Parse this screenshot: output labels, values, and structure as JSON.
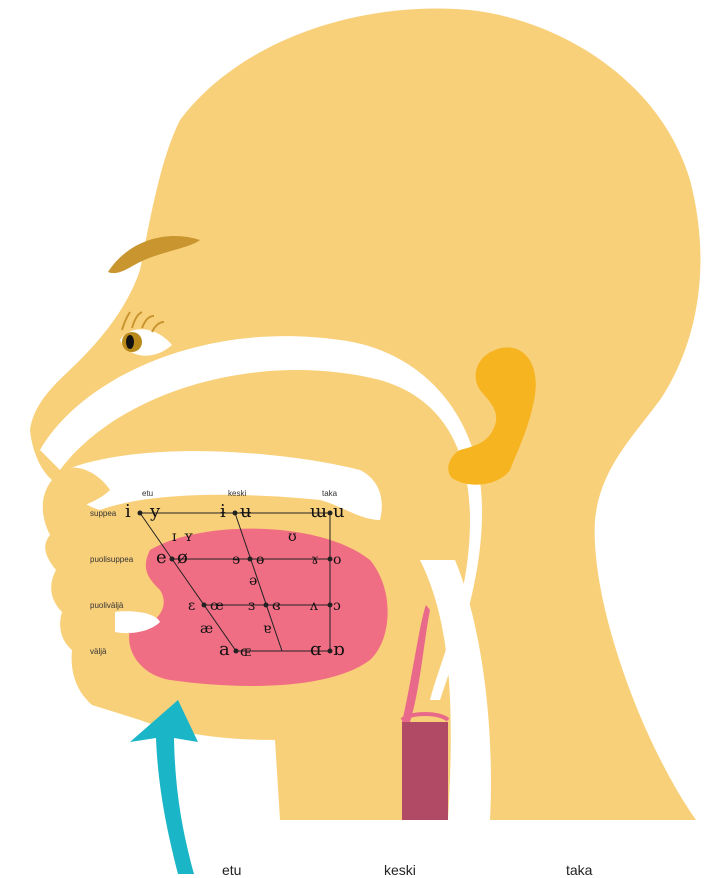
{
  "columns": {
    "front": "etu",
    "central": "keski",
    "back": "taka"
  },
  "rows": {
    "close": "suppea",
    "close_mid": "puolisuppea",
    "open_mid": "puoliväljä",
    "open": "väljä"
  },
  "bottom_labels": {
    "front": "etu",
    "central": "keski",
    "back": "taka"
  },
  "vowels": {
    "i": "i",
    "y": "y",
    "ɨ": "ɨ",
    "ʉ": "ʉ",
    "ɯ": "ɯ",
    "u": "u",
    "ɪ": "ɪ",
    "ʏ": "ʏ",
    "ʊ": "ʊ",
    "e": "e",
    "ø": "ø",
    "ɘ": "ɘ",
    "ɵ": "ɵ",
    "ɤ": "ɤ",
    "o": "o",
    "ə": "ə",
    "ɛ": "ɛ",
    "œ": "œ",
    "ɜ": "ɜ",
    "ɞ": "ɞ",
    "ʌ": "ʌ",
    "ɔ": "ɔ",
    "æ": "æ",
    "ɐ": "ɐ",
    "a": "a",
    "ɶ": "ɶ",
    "ɑ": "ɑ",
    "ɒ": "ɒ"
  },
  "colors": {
    "skin": "#f9d07a",
    "tongue": "#f06e84",
    "mouth": "#ffffff",
    "ear": "#f7b421",
    "brow": "#c9952e",
    "arrow": "#1bb5c8",
    "trachea": "#b14a64"
  }
}
